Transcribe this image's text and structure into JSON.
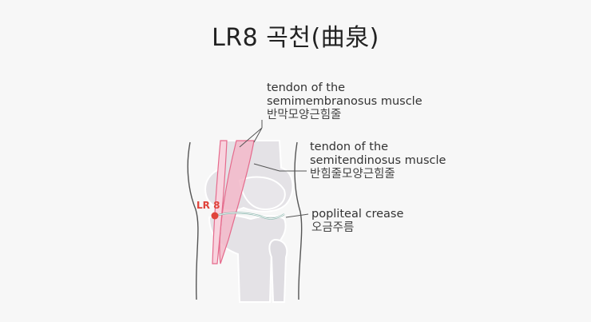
{
  "title": "LR8 곡천(曲泉)",
  "point": {
    "code": "LR 8"
  },
  "labels": {
    "semimembranosus": {
      "line1": "tendon of the",
      "line2": "semimembranosus muscle",
      "korean": "반막모양근힘줄"
    },
    "semitendinosus": {
      "line1": "tendon of the",
      "line2": "semitendinosus muscle",
      "korean": "반힘줄모양근힘줄"
    },
    "popliteal": {
      "line1": "popliteal crease",
      "korean": "오금주름"
    }
  },
  "colors": {
    "background": "#f7f7f7",
    "bone": "#e4e2e6",
    "bone_outline": "#ffffff",
    "skin_outline": "#555555",
    "tendon_fill": "#f3b8c9",
    "tendon_stroke": "#e56a8c",
    "crease": "#8fb8b0",
    "point": "#e0433b"
  }
}
